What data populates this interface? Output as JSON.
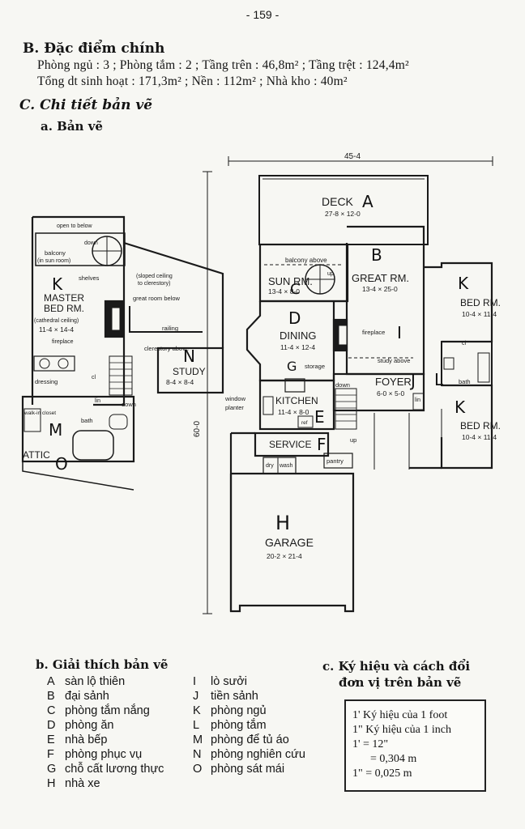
{
  "page_number": "- 159 -",
  "section_b": {
    "title": "B. Đặc điểm chính",
    "line1": "Phòng ngủ : 3 ; Phòng tắm : 2 ; Tầng trên : 46,8m² ; Tầng trệt : 124,4m²",
    "line2": "Tổng dt sinh hoạt : 171,3m² ; Nền : 112m² ; Nhà kho : 40m²"
  },
  "section_c": {
    "title": "C. Chi tiết bản vẽ",
    "sub_a": "a. Bản vẽ"
  },
  "plan": {
    "overall_width": "45-4",
    "overall_depth": "60-0",
    "upper": {
      "open_to_below": "open to below",
      "down": "down",
      "balcony": "balcony",
      "in_sun_room": "(in sun room)",
      "shelves": "shelves",
      "sloped_ceiling": "(sloped ceiling",
      "to_clerestory": "to clerestory)",
      "great_room_below": "great room below",
      "master_bed": "MASTER",
      "master_bed2": "BED RM.",
      "cathedral": "(cathedral ceiling)",
      "master_dims": "11-4 × 14-4",
      "fireplace": "fireplace",
      "railing": "railing",
      "clerestory_above": "clerestory above",
      "study": "STUDY",
      "study_dims": "8-4 × 8-4",
      "dressing": "dressing",
      "cl": "cl",
      "lin": "lin",
      "walk_in_closet": "walk-in closet",
      "bath": "bath",
      "attic": "ATTIC"
    },
    "main": {
      "deck": "DECK",
      "deck_dims": "27-8 × 12-0",
      "great_rm": "GREAT RM.",
      "great_dims": "13-4 × 25-0",
      "balcony_above": "balcony above",
      "sun_rm": "SUN RM.",
      "sun_dims": "13-4 × 8-0",
      "up": "up",
      "dining": "DINING",
      "dining_dims": "11-4 × 12-4",
      "fireplace": "fireplace",
      "storage": "storage",
      "study_above": "study above",
      "bed_rm": "BED RM.",
      "bed1_dims": "10-4 × 11-4",
      "bed2_dims": "10-4 × 11-4",
      "cl": "cl",
      "bath": "bath",
      "foyer": "FOYER",
      "foyer_dims": "6-0 × 5-0",
      "kitchen": "KITCHEN",
      "kitchen_dims": "11-4 × 8-0",
      "window_planter": "window",
      "window_planter2": "planter",
      "down": "down",
      "lin": "lin",
      "ref": "ref",
      "service": "SERVICE",
      "dry": "dry",
      "wash": "wash",
      "pantry": "pantry",
      "garage": "GARAGE",
      "garage_dims": "20-2 × 21-4"
    },
    "letters": {
      "A": "A",
      "B": "B",
      "C": "C",
      "D": "D",
      "E": "E",
      "F": "F",
      "G": "G",
      "H": "H",
      "I": "I",
      "J": "J",
      "K": "K",
      "L": "L",
      "M": "M",
      "N": "N",
      "O": "O"
    }
  },
  "legend": {
    "title": "b. Giải thích bản vẽ",
    "left": [
      {
        "key": "A",
        "text": "sàn lộ thiên"
      },
      {
        "key": "B",
        "text": "đại sảnh"
      },
      {
        "key": "C",
        "text": "phòng tắm nắng"
      },
      {
        "key": "D",
        "text": "phòng ăn"
      },
      {
        "key": "E",
        "text": "nhà bếp"
      },
      {
        "key": "F",
        "text": "phòng phục vụ"
      },
      {
        "key": "G",
        "text": "chỗ cất lương thực"
      },
      {
        "key": "H",
        "text": "nhà xe"
      }
    ],
    "right": [
      {
        "key": "I",
        "text": "lò sưởi"
      },
      {
        "key": "J",
        "text": "tiền sảnh"
      },
      {
        "key": "K",
        "text": "phòng ngủ"
      },
      {
        "key": "L",
        "text": "phòng tắm"
      },
      {
        "key": "M",
        "text": "phòng để tủ áo"
      },
      {
        "key": "N",
        "text": "phòng nghiên cứu"
      },
      {
        "key": "O",
        "text": "phòng sát mái"
      }
    ]
  },
  "units": {
    "title1": "c. Ký hiệu và cách đổi",
    "title2": "đơn vị trên bản vẽ",
    "lines": [
      "1' Ký hiệu của 1 foot",
      "1\" Ký hiệu của 1 inch",
      "1' = 12\"",
      "= 0,304 m",
      "1\" = 0,025 m"
    ]
  }
}
